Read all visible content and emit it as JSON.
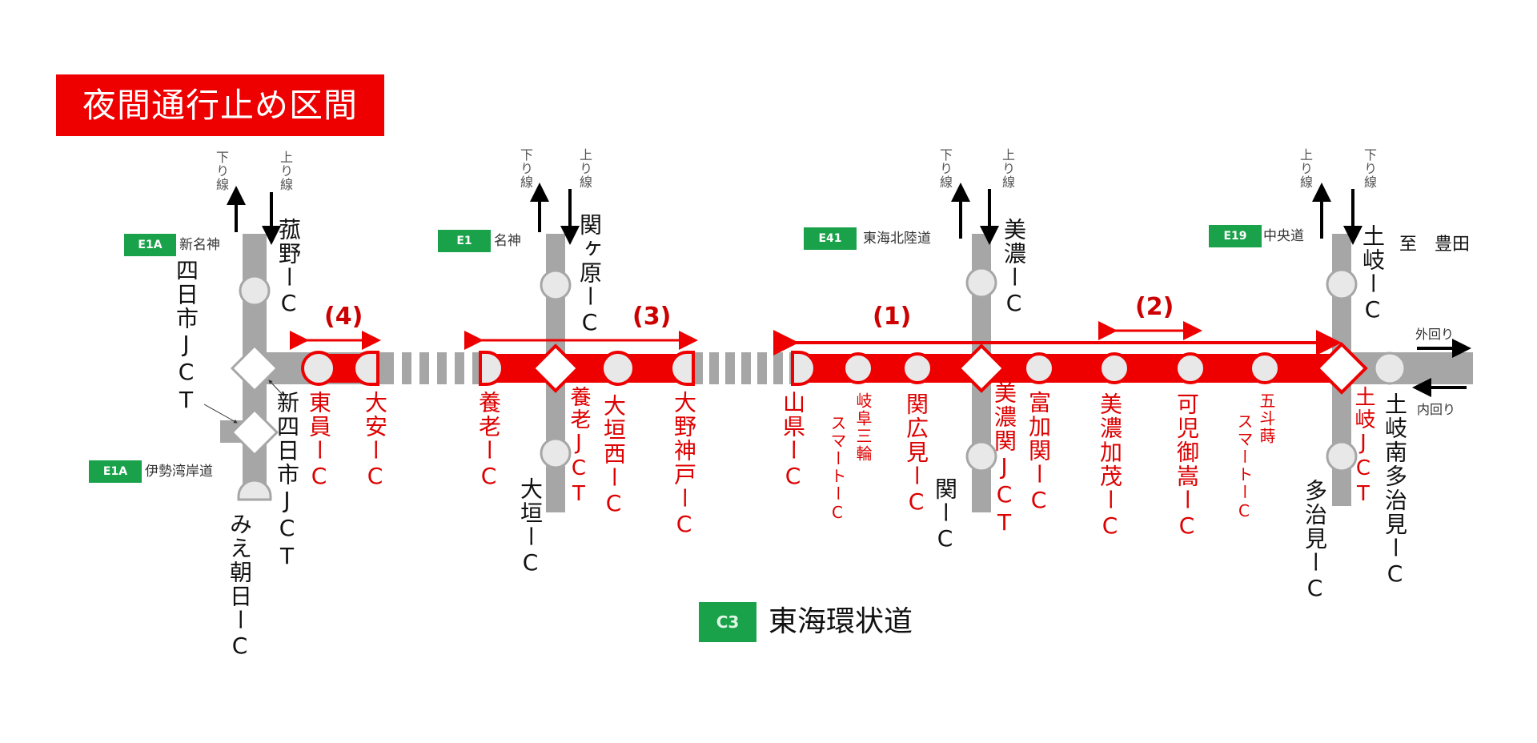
{
  "title": "夜間通行止め区間",
  "route": {
    "badge": "C3",
    "name": "東海環状道"
  },
  "sections": [
    {
      "id": "1",
      "label": "(1)"
    },
    {
      "id": "2",
      "label": "(2)"
    },
    {
      "id": "3",
      "label": "(3)"
    },
    {
      "id": "4",
      "label": "(4)"
    }
  ],
  "direction_labels": {
    "down": "下り線",
    "up": "上り線",
    "outer": "外回り",
    "inner": "内回り",
    "to_toyota": "至　豊田"
  },
  "connecting_roads": [
    {
      "badge": "E1A",
      "name": "新名神"
    },
    {
      "badge": "E1A",
      "name": "伊勢湾岸道"
    },
    {
      "badge": "E1",
      "name": "名神"
    },
    {
      "badge": "E41",
      "name": "東海北陸道"
    },
    {
      "badge": "E19",
      "name": "中央道"
    }
  ],
  "stations_closed": [
    {
      "name": "東員IC",
      "chars": "東員ーC"
    },
    {
      "name": "大安IC",
      "chars": "大安ーC"
    },
    {
      "name": "養老IC",
      "chars": "養老ーC"
    },
    {
      "name": "養老JCT",
      "chars": "養老JCT"
    },
    {
      "name": "大垣西IC",
      "chars": "大垣西ーC"
    },
    {
      "name": "大野神戸IC",
      "chars": "大野神戸ーC"
    },
    {
      "name": "山県IC",
      "chars": "山県ーC"
    },
    {
      "name": "岐阜三輪スマートIC",
      "chars_a": "岐阜三輪",
      "chars_b": "スマートーC"
    },
    {
      "name": "関広見IC",
      "chars": "関広見ーC"
    },
    {
      "name": "美濃関JCT",
      "chars": "美濃関JCT"
    },
    {
      "name": "富加関IC",
      "chars": "富加関ーC"
    },
    {
      "name": "美濃加茂IC",
      "chars": "美濃加茂ーC"
    },
    {
      "name": "可児御嵩IC",
      "chars": "可児御嵩ーC"
    },
    {
      "name": "五斗蒔スマートIC",
      "chars_a": "五斗蒔",
      "chars_b": "スマートーC"
    },
    {
      "name": "土岐JCT",
      "chars": "土岐JCT"
    }
  ],
  "stations_other": [
    {
      "name": "四日市JCT",
      "chars": "四日市JCT"
    },
    {
      "name": "新四日市JCT",
      "chars": "新四日市JCT"
    },
    {
      "name": "菰野IC",
      "chars": "菰野ーC"
    },
    {
      "name": "みえ朝日IC",
      "chars": "みえ朝日ーC"
    },
    {
      "name": "関ヶ原IC",
      "chars": "関ヶ原ーC"
    },
    {
      "name": "大垣IC",
      "chars": "大垣ーC"
    },
    {
      "name": "美濃IC",
      "chars": "美濃ーC"
    },
    {
      "name": "関IC",
      "chars": "関ーC"
    },
    {
      "name": "土岐IC",
      "chars": "土岐ーC"
    },
    {
      "name": "多治見IC",
      "chars": "多治見ーC"
    },
    {
      "name": "土岐南多治見IC",
      "chars": "土岐南多治見ーC"
    }
  ],
  "colors": {
    "closed": "#ee0000",
    "road": "#a6a6a6",
    "badge": "#19a24a",
    "node_fill": "#e8e8e8"
  }
}
